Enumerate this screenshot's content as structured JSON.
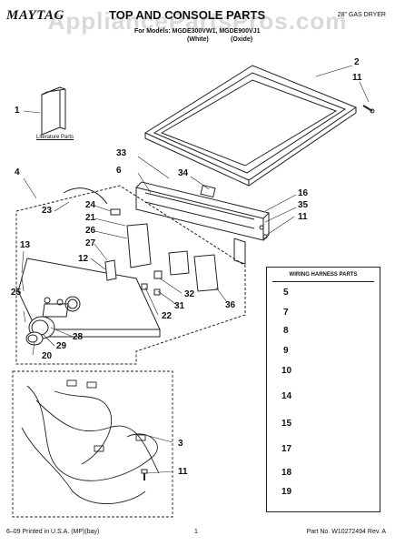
{
  "header": {
    "brand": "MAYTAG",
    "title": "TOP AND CONSOLE PARTS",
    "dryer_type": "28\" GAS DRYER",
    "models_line": "For Models: MGDE300VW1, MGDE900VJ1",
    "variant_white": "(White)",
    "variant_oxide": "(Oxide)",
    "watermark": "AppliancePartsPros.com"
  },
  "literature_label": "Literature Parts",
  "wiring_harness": {
    "title": "WIRING HARNESS PARTS",
    "callouts": [
      "5",
      "7",
      "8",
      "9",
      "10",
      "14",
      "15",
      "17",
      "18",
      "19"
    ]
  },
  "callouts": {
    "c1": "1",
    "c2": "2",
    "c3": "3",
    "c4": "4",
    "c6": "6",
    "c11a": "11",
    "c11b": "11",
    "c11c": "11",
    "c12": "12",
    "c13": "13",
    "c16": "16",
    "c20": "20",
    "c21": "21",
    "c22": "22",
    "c23": "23",
    "c24": "24",
    "c25": "25",
    "c26": "26",
    "c27": "27",
    "c28": "28",
    "c29": "29",
    "c31": "31",
    "c32": "32",
    "c33": "33",
    "c34": "34",
    "c35": "35",
    "c36": "36"
  },
  "footer": {
    "printed": "6–09 Printed in U.S.A. (MP)(bay)",
    "page": "1",
    "part_no": "Part No. W10272494 Rev. A"
  }
}
